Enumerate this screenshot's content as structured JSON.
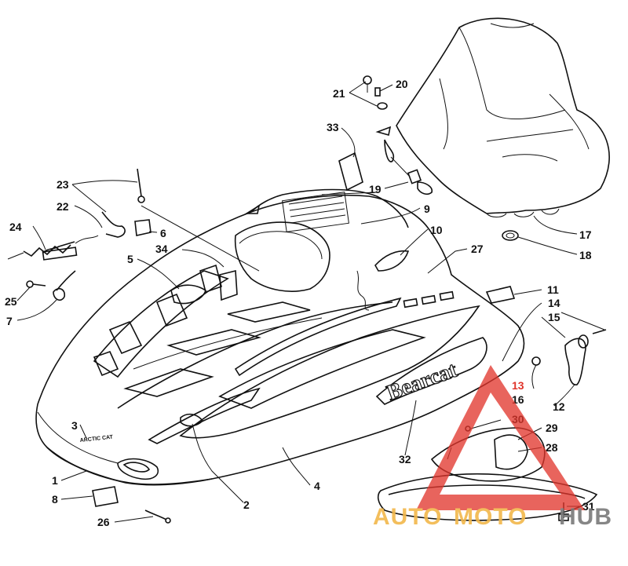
{
  "diagram": {
    "labels": {
      "l1": "1",
      "l2": "2",
      "l3": "3",
      "l4": "4",
      "l5": "5",
      "l6": "6",
      "l7": "7",
      "l8": "8",
      "l9": "9",
      "l10": "10",
      "l11": "11",
      "l12": "12",
      "l13": "13",
      "l14": "14",
      "l15": "15",
      "l16": "16",
      "l17": "17",
      "l18": "18",
      "l19": "19",
      "l20": "20",
      "l21": "21",
      "l22": "22",
      "l23": "23",
      "l24": "24",
      "l25": "25",
      "l26": "26",
      "l27": "27",
      "l28": "28",
      "l29": "29",
      "l30": "30",
      "l31": "31",
      "l32": "32",
      "l33": "33",
      "l34": "34"
    },
    "decals": {
      "brand_small": "ARCTIC CAT",
      "model_name": "Bearcat"
    },
    "watermark": {
      "part1": "AUTO",
      "part2": "MOTO",
      "part3": "HUB",
      "colors": {
        "triangle": "#e0352b",
        "auto": "#f2b84b",
        "hub": "#7a7a7a"
      }
    }
  }
}
